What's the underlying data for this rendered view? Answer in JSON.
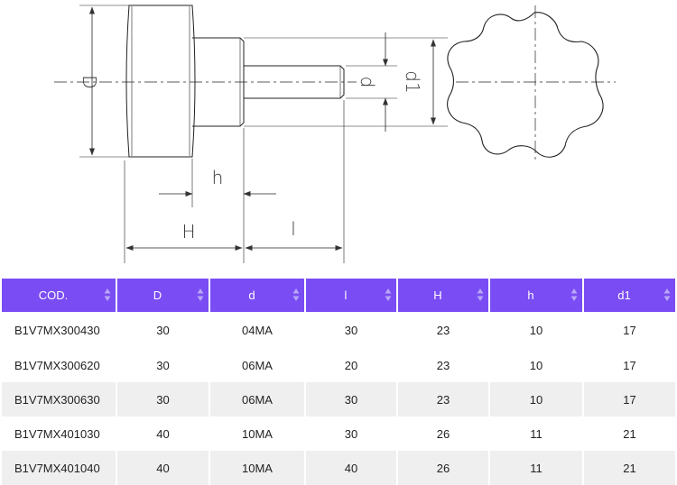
{
  "drawing": {
    "labels": {
      "D": "D",
      "d": "d",
      "d1": "d1",
      "h": "h",
      "H": "H",
      "l": "l"
    }
  },
  "table": {
    "columns": [
      "COD.",
      "D",
      "d",
      "l",
      "H",
      "h",
      "d1"
    ],
    "rows": [
      [
        "B1V7MX300430",
        "30",
        "04MA",
        "30",
        "23",
        "10",
        "17"
      ],
      [
        "B1V7MX300620",
        "30",
        "06MA",
        "20",
        "23",
        "10",
        "17"
      ],
      [
        "B1V7MX300630",
        "30",
        "06MA",
        "30",
        "23",
        "10",
        "17"
      ],
      [
        "B1V7MX401030",
        "40",
        "10MA",
        "30",
        "26",
        "11",
        "21"
      ],
      [
        "B1V7MX401040",
        "40",
        "10MA",
        "40",
        "26",
        "11",
        "21"
      ]
    ]
  },
  "icons": {
    "sort": "sort-arrows-icon"
  },
  "colors": {
    "header_bg": "#7a4cf3",
    "header_text": "#ffffff",
    "alt_row_bg": "#efefef"
  }
}
